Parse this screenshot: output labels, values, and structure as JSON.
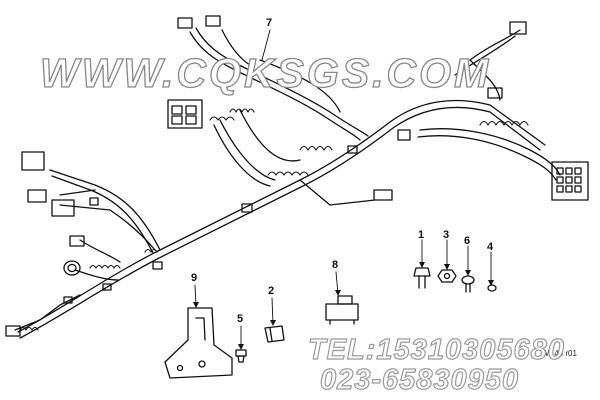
{
  "watermark": "WWW.CQKSGS.COM",
  "contact": {
    "tel": "TEL:15310305680",
    "phone": "023-65830950"
  },
  "drawing_code": "TW.45 r01",
  "callouts": {
    "c1": "1",
    "c2": "2",
    "c3": "3",
    "c4": "4",
    "c5": "5",
    "c6": "6",
    "c7": "7",
    "c8": "8",
    "c9": "9"
  }
}
